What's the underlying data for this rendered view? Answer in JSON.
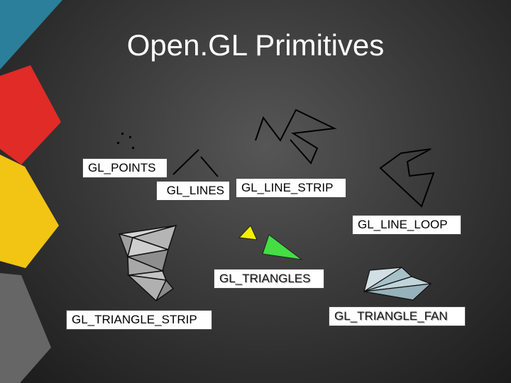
{
  "title": "Open.GL Primitives",
  "labels": {
    "points": "GL_POINTS",
    "lines": "GL_LINES",
    "line_strip": "GL_LINE_STRIP",
    "line_loop": "GL_LINE_LOOP",
    "triangles": "GL_TRIANGLES",
    "triangle_strip": "GL_TRIANGLE_STRIP",
    "triangle_fan": "GL_TRIANGLE_FAN"
  },
  "colors": {
    "background": "#3c3c3c",
    "deco_teal": "#2b7f9b",
    "deco_red": "#e02b27",
    "deco_yellow": "#f2c414",
    "deco_gray": "#666666",
    "triangle_yellow": "#f5f000",
    "triangle_green": "#44dd44",
    "fan_fill": "#b8ccd2",
    "strip_fill": "#bdbdbd"
  }
}
